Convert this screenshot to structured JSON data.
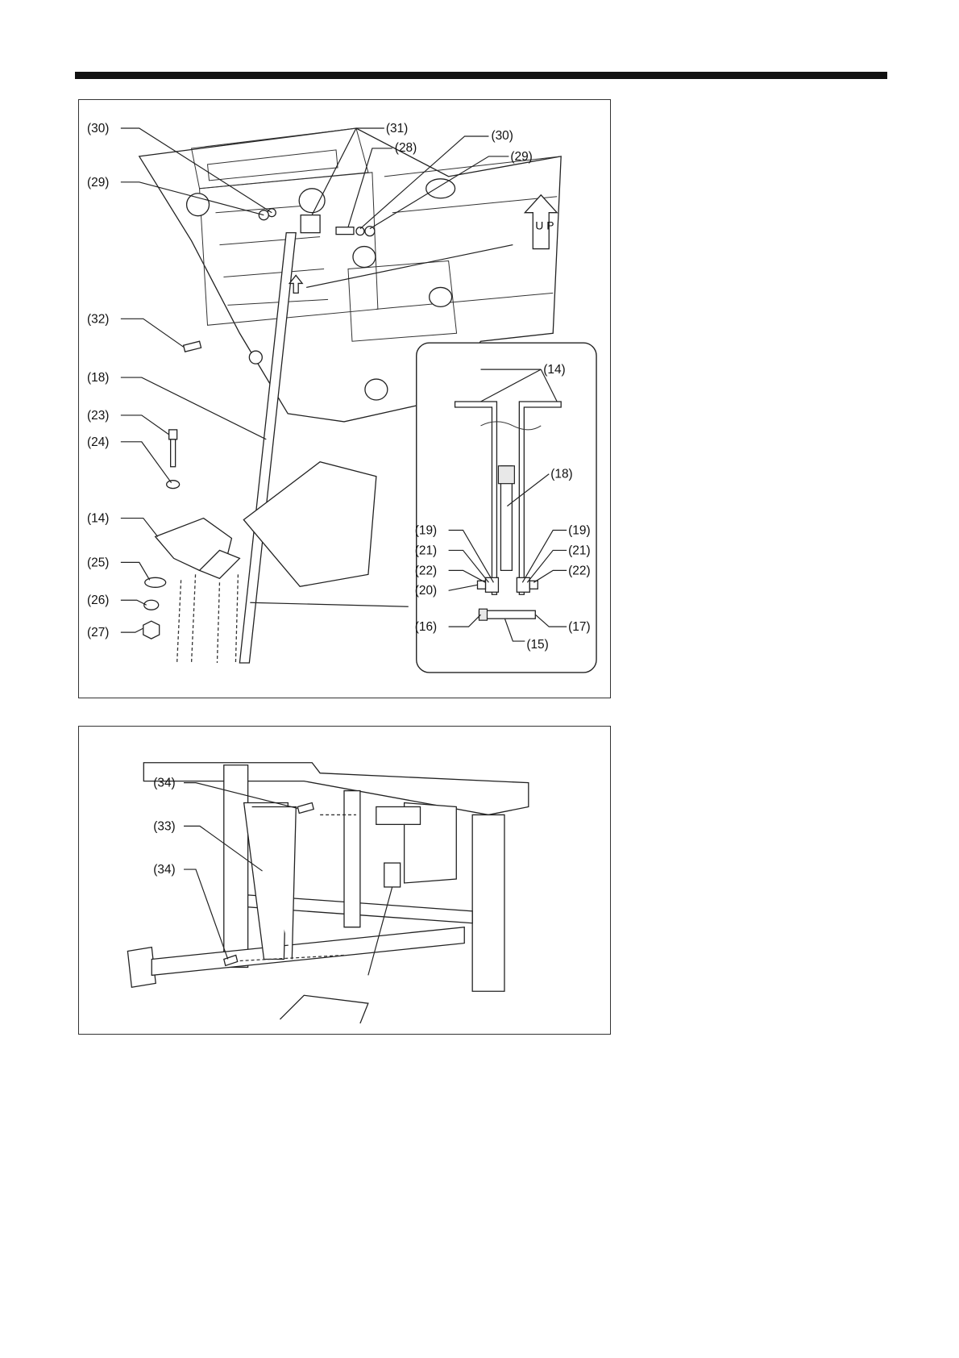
{
  "figure1": {
    "labels": [
      "(30)",
      "(31)",
      "(28)",
      "(30)",
      "(29)",
      "(29)",
      "(32)",
      "(18)",
      "(23)",
      "(24)",
      "(14)",
      "(25)",
      "(26)",
      "(27)"
    ],
    "up_arrow_text": "U P",
    "inset_labels": [
      "(14)",
      "(18)",
      "(19)",
      "(19)",
      "(21)",
      "(21)",
      "(22)",
      "(22)",
      "(20)",
      "(16)",
      "(15)",
      "(17)"
    ]
  },
  "figure2": {
    "labels": [
      "(34)",
      "(33)",
      "(34)"
    ]
  }
}
